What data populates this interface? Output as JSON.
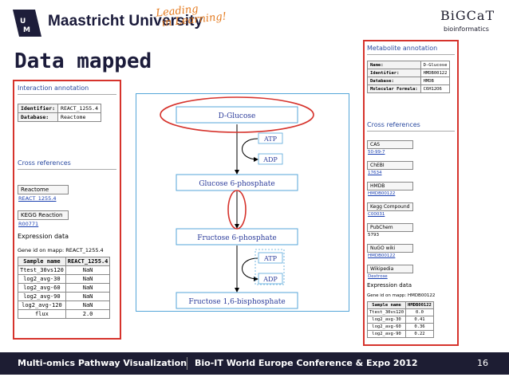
{
  "header": {
    "university": "Maastricht University",
    "tagline_line1": "Leading",
    "tagline_line2": "in Learning!",
    "partner_logo": "BiGCaT",
    "partner_sub": "bioinformatics"
  },
  "slide_title": "Data mapped",
  "left_panel": {
    "interaction_title": "Interaction annotation",
    "interaction_rows": [
      {
        "key": "Identifier:",
        "value": "REACT_1255.4"
      },
      {
        "key": "Database:",
        "value": "Reactome"
      }
    ],
    "xref_title": "Cross references",
    "xrefs": [
      {
        "db": "Reactome",
        "id": "REACT_1255.4"
      },
      {
        "db": "KEGG Reaction",
        "id": "R00771"
      }
    ],
    "expression_title": "Expression data",
    "gene_id_label": "Gene id on mapp: REACT_1255.4",
    "expression_header": [
      "Sample name",
      "REACT_1255.4"
    ],
    "expression_rows": [
      [
        "Ttest_30vs120",
        "NaN"
      ],
      [
        "log2_avg-30",
        "NaN"
      ],
      [
        "log2_avg-60",
        "NaN"
      ],
      [
        "log2_avg-90",
        "NaN"
      ],
      [
        "log2_avg-120",
        "NaN"
      ],
      [
        "flux",
        "2.0"
      ]
    ]
  },
  "right_panel": {
    "metabolite_title": "Metabolite annotation",
    "metabolite_rows": [
      {
        "key": "Name:",
        "value": "D-Glucose"
      },
      {
        "key": "Identifier:",
        "value": "HMDB00122"
      },
      {
        "key": "Database:",
        "value": "HMDB"
      },
      {
        "key": "Molecular Formula:",
        "value": "C6H12O6"
      }
    ],
    "xref_title": "Cross references",
    "xrefs": [
      {
        "db": "CAS",
        "id": "50-99-7"
      },
      {
        "db": "ChEBI",
        "id": "17634"
      },
      {
        "db": "HMDB",
        "id": "HMDB00122"
      },
      {
        "db": "Kegg Compound",
        "id": "C00031"
      },
      {
        "db": "PubChem",
        "id": "5793"
      },
      {
        "db": "NuGO wiki",
        "id": "HMDB00122"
      },
      {
        "db": "Wikipedia",
        "id": "Dextrose"
      }
    ],
    "expression_title": "Expression data",
    "gene_id_label": "Gene id on mapp: HMDB00122",
    "expression_header": [
      "Sample name",
      "HMDB00122"
    ],
    "expression_rows": [
      [
        "Ttest_30vs120",
        "0.0"
      ],
      [
        "log2_avg-30",
        "0.41"
      ],
      [
        "log2_avg-60",
        "0.36"
      ],
      [
        "log2_avg-90",
        "0.22"
      ]
    ]
  },
  "diagram": {
    "nodes": [
      "D-Glucose",
      "Glucose 6-phosphate",
      "Fructose 6-phosphate",
      "Fructose 1,6-bisphosphate"
    ],
    "cofactors_1": [
      "ATP",
      "ADP"
    ],
    "cofactors_2": [
      "ATP",
      "ADP"
    ]
  },
  "footer": {
    "left": "Multi-omics Pathway Visualization",
    "middle": "Bio-IT World Europe Conference & Expo 2012",
    "page": "16"
  },
  "colors": {
    "highlight_red": "#d6332c",
    "node_text": "#2a3a9a",
    "frame_blue": "#55a6d9",
    "footer_bg": "#1d1d33"
  }
}
